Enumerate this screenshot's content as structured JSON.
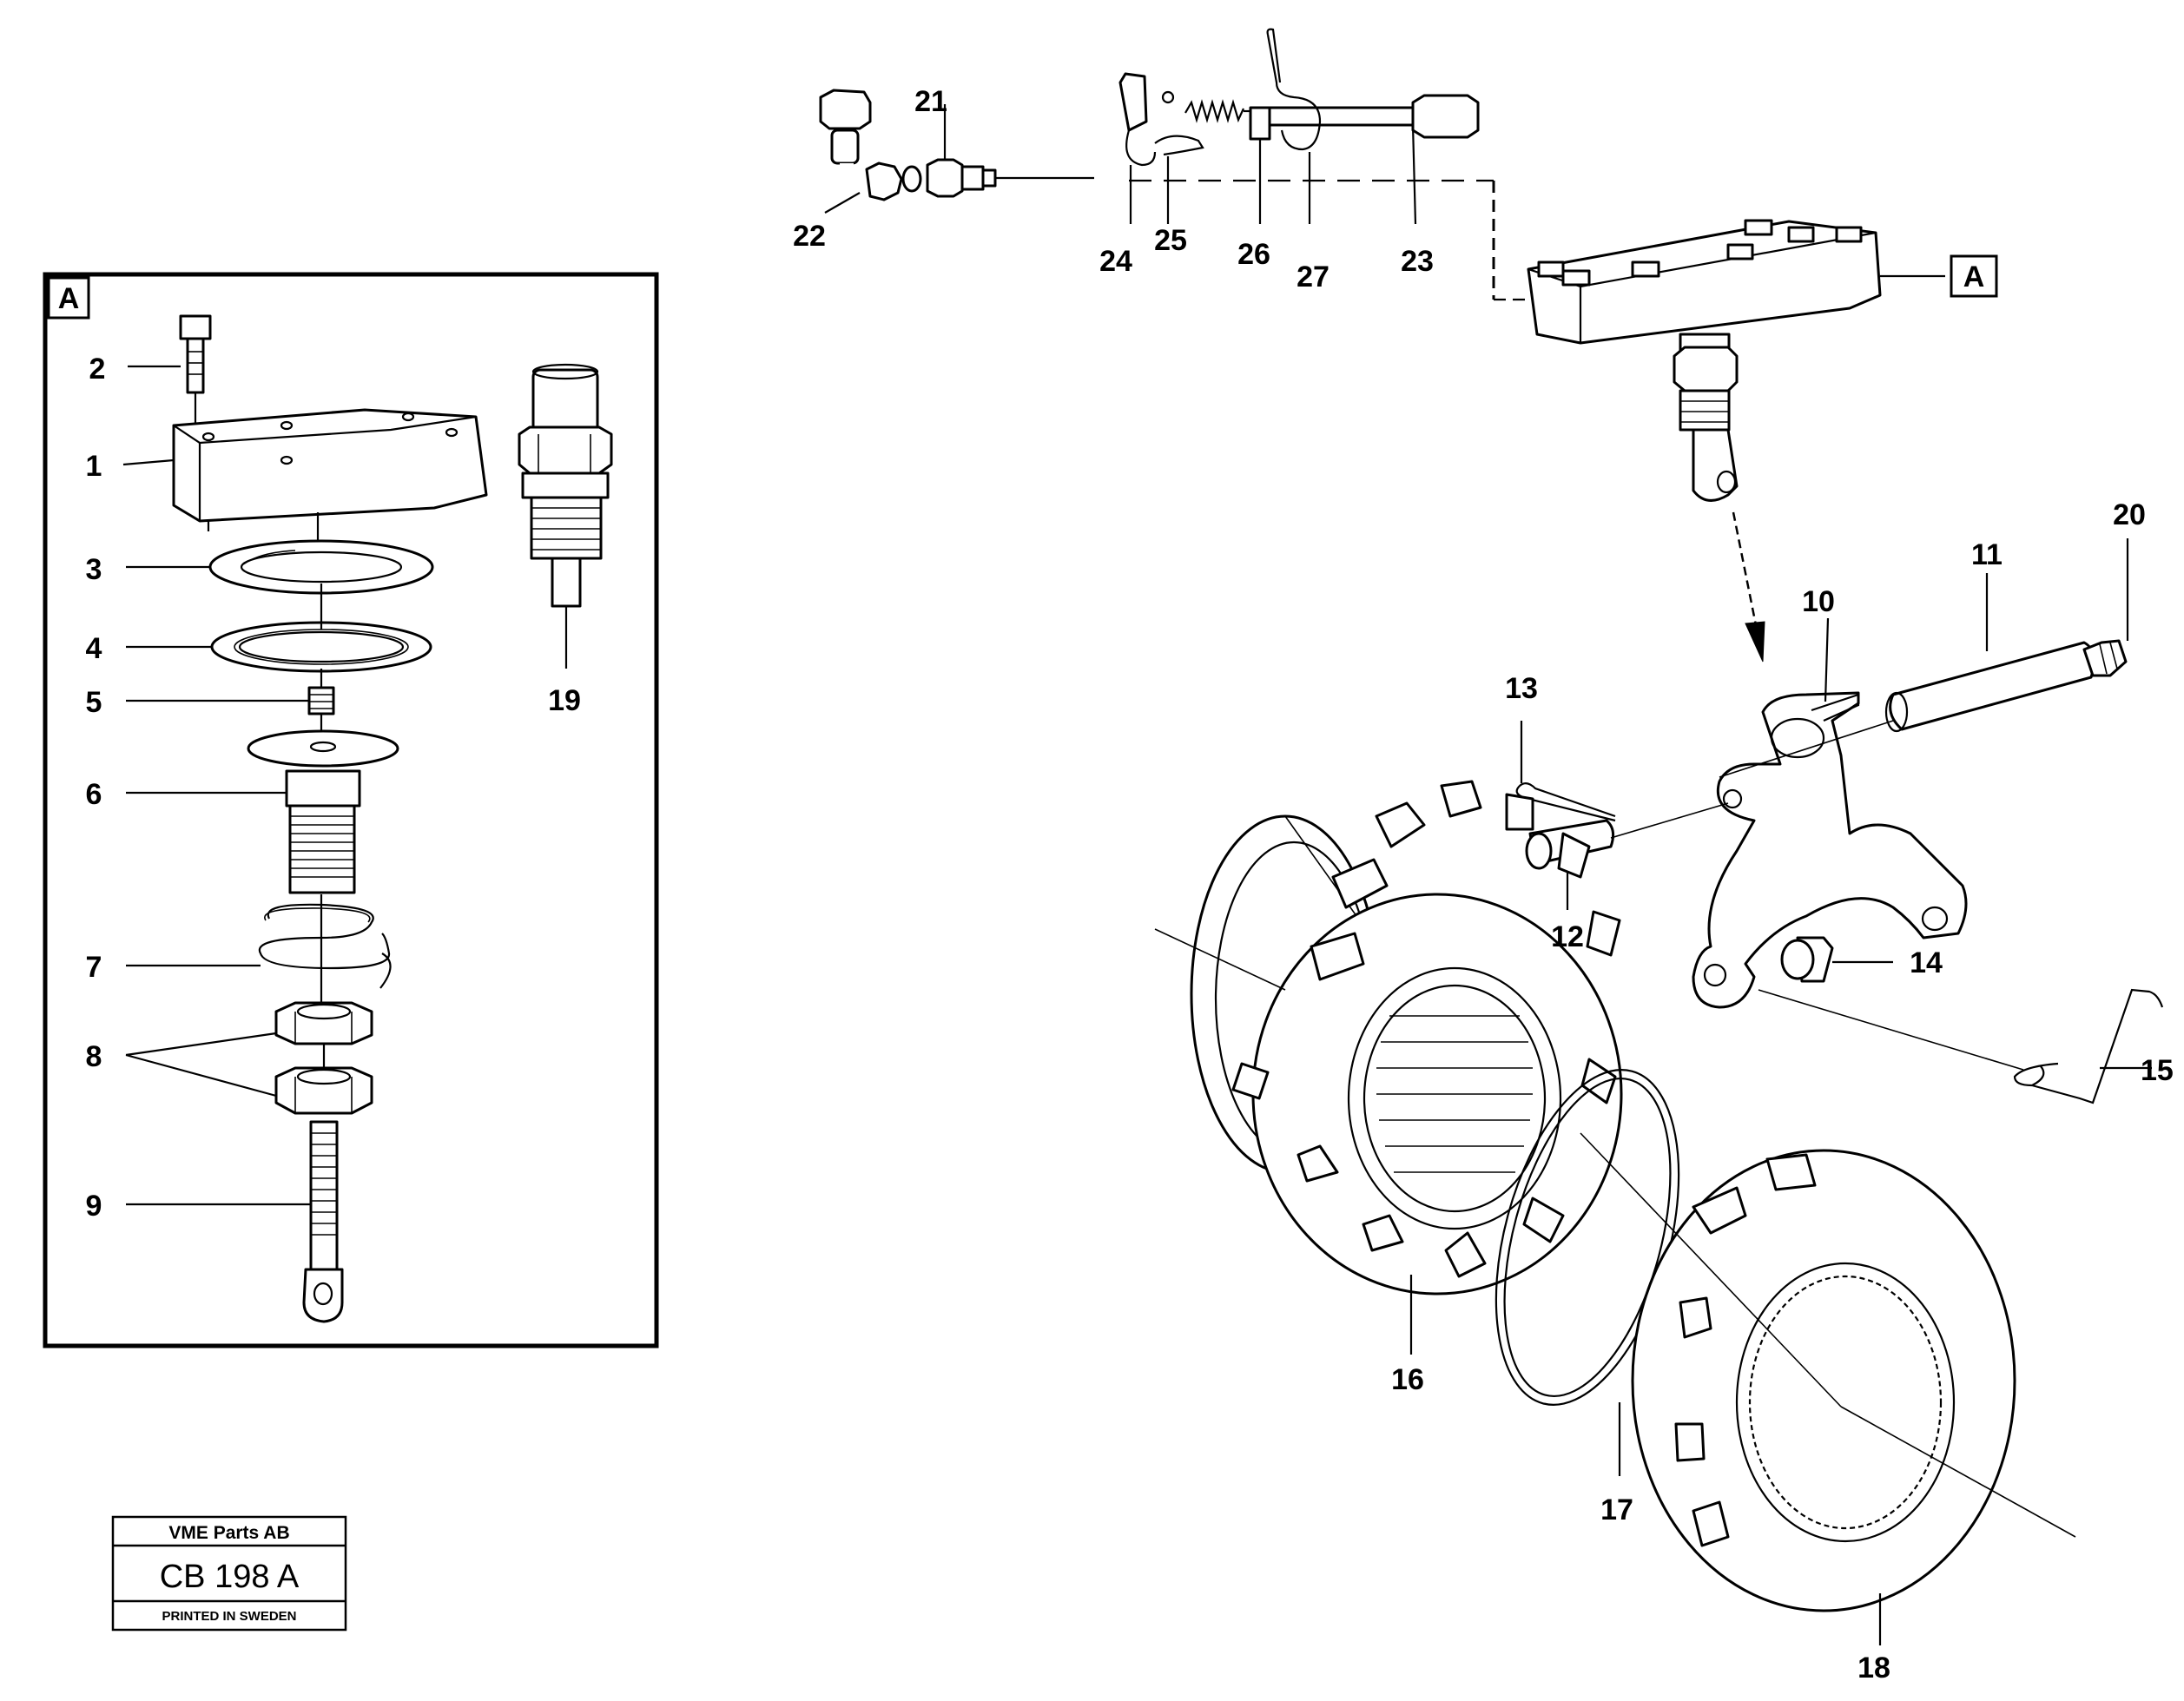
{
  "detail_box": {
    "tag": "A"
  },
  "callout_tag": "A",
  "labels": {
    "p1": "1",
    "p2": "2",
    "p3": "3",
    "p4": "4",
    "p5": "5",
    "p6": "6",
    "p7": "7",
    "p8": "8",
    "p9": "9",
    "p10": "10",
    "p11": "11",
    "p12": "12",
    "p13": "13",
    "p14": "14",
    "p15": "15",
    "p16": "16",
    "p17": "17",
    "p18": "18",
    "p19": "19",
    "p20": "20",
    "p21": "21",
    "p22": "22",
    "p23": "23",
    "p24": "24",
    "p25": "25",
    "p26": "26",
    "p27": "27"
  },
  "title_block": {
    "company": "VME Parts AB",
    "code": "CB 198 A",
    "printed": "PRINTED IN SWEDEN"
  }
}
